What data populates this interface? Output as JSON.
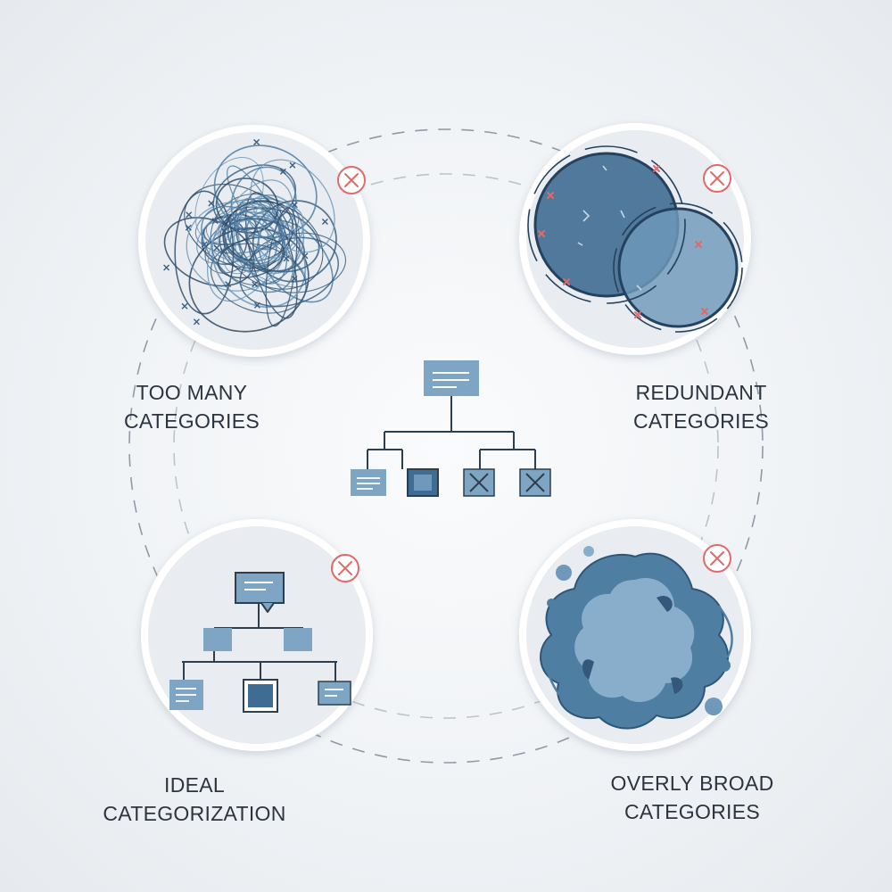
{
  "colors": {
    "accent": "#4f7ea3",
    "accent_light": "#88aecb",
    "accent_dark": "#33587a",
    "line": "#2f3e4d",
    "warning": "#e06a6a",
    "panel": "#e9edf1",
    "text": "#2c3440"
  },
  "panels": [
    {
      "id": "too-many",
      "line1": "TOO MANY",
      "line2": "CATEGORIES",
      "status_icon": "error-x-circle-icon"
    },
    {
      "id": "redundant",
      "line1": "REDUNDANT",
      "line2": "CATEGORIES",
      "status_icon": "error-x-circle-icon"
    },
    {
      "id": "ideal",
      "line1": "IDEAL",
      "line2": "CATEGORIZATION",
      "status_icon": "error-x-circle-icon"
    },
    {
      "id": "overly-broad",
      "line1": "OVERLY BROAD",
      "line2": "CATEGORIES",
      "status_icon": "error-x-circle-icon"
    }
  ],
  "center": {
    "icon": "hierarchy-tree-icon",
    "leaf_icons": [
      "list-icon",
      "square-icon",
      "x-icon",
      "x-icon"
    ]
  }
}
